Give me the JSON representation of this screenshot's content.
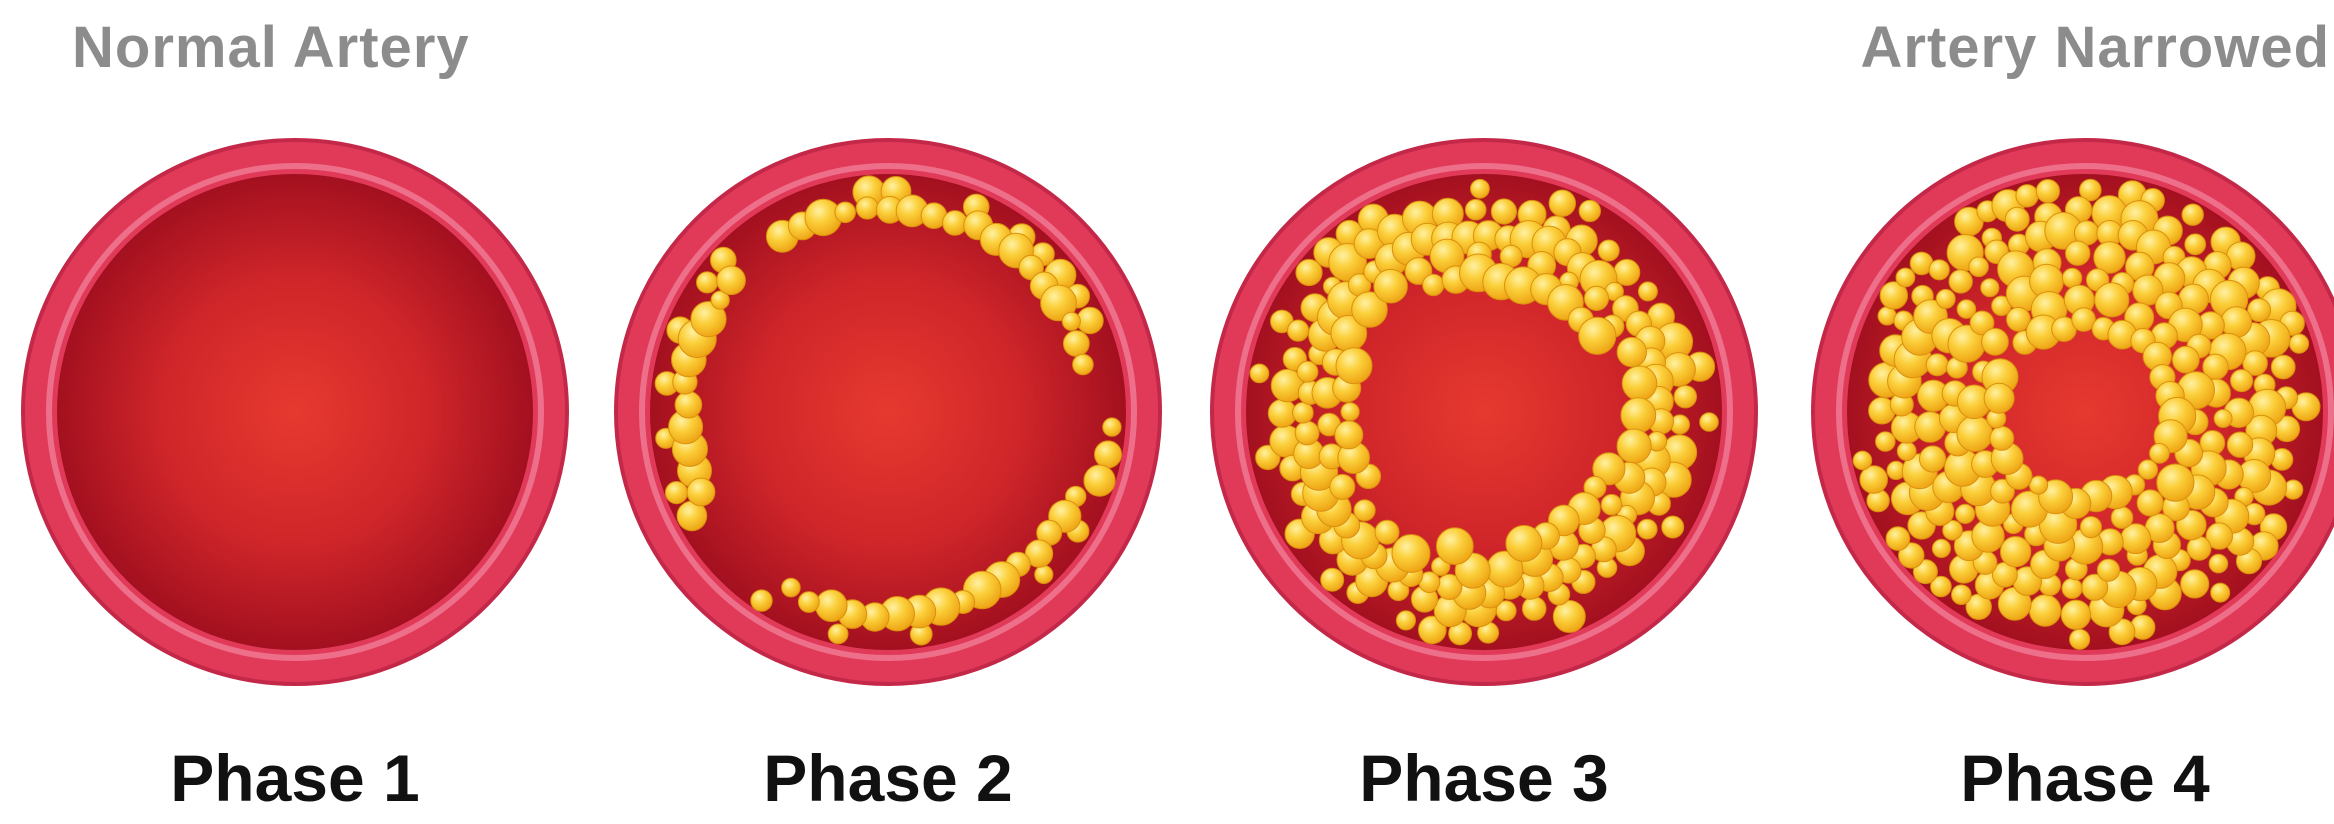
{
  "labels": {
    "left": "Normal Artery",
    "right": "Artery Narrowed"
  },
  "phases": [
    {
      "label": "Phase 1"
    },
    {
      "label": "Phase 2"
    },
    {
      "label": "Phase 3"
    },
    {
      "label": "Phase 4"
    }
  ],
  "colors": {
    "wall": "#e13a59",
    "wall_stroke": "#c42848",
    "wall_inner_ring": "#ee6f8a",
    "lumen_center": "#e6392f",
    "lumen_edge": "#a3101f",
    "plaque": "#f4b21c",
    "plaque_highlight": "#fff1a3",
    "plaque_stroke": "#d9900f",
    "label_gray": "#8c8c8c",
    "label_dark": "#111111"
  }
}
